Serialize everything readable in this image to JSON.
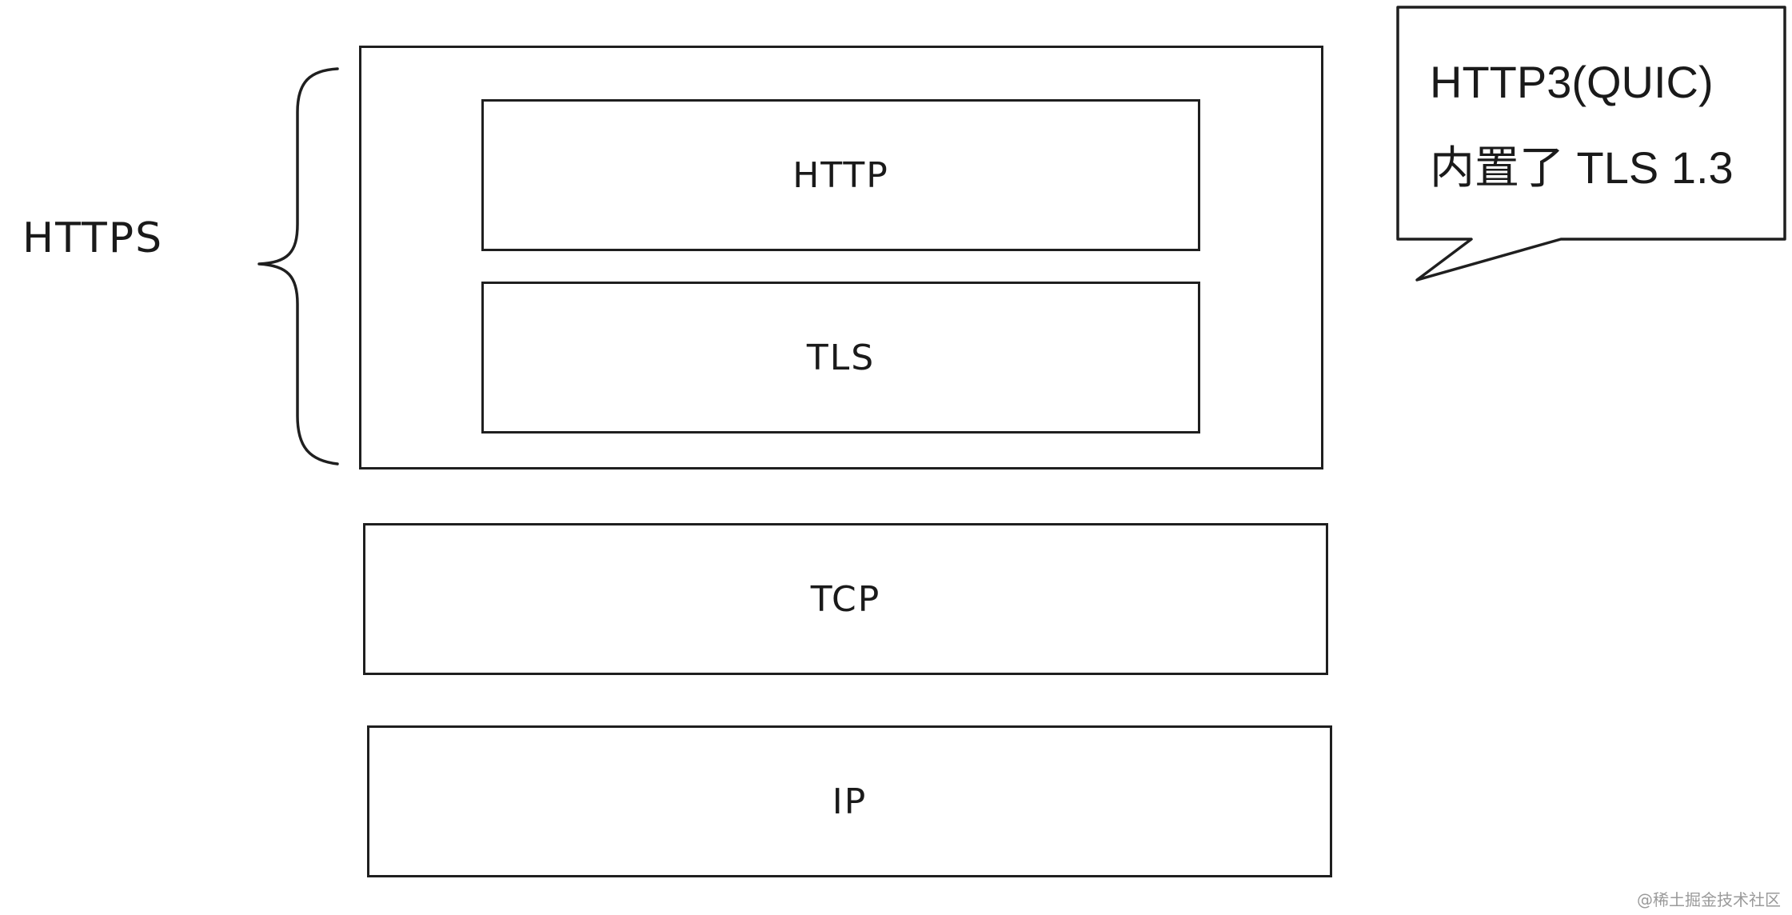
{
  "layers": {
    "http": "HTTP",
    "tls": "TLS",
    "tcp": "TCP",
    "ip": "IP"
  },
  "group_label": "HTTPS",
  "callout": {
    "line1": "HTTP3(QUIC)",
    "line2": "内置了 TLS 1.3"
  },
  "watermark": "@稀土掘金技术社区"
}
